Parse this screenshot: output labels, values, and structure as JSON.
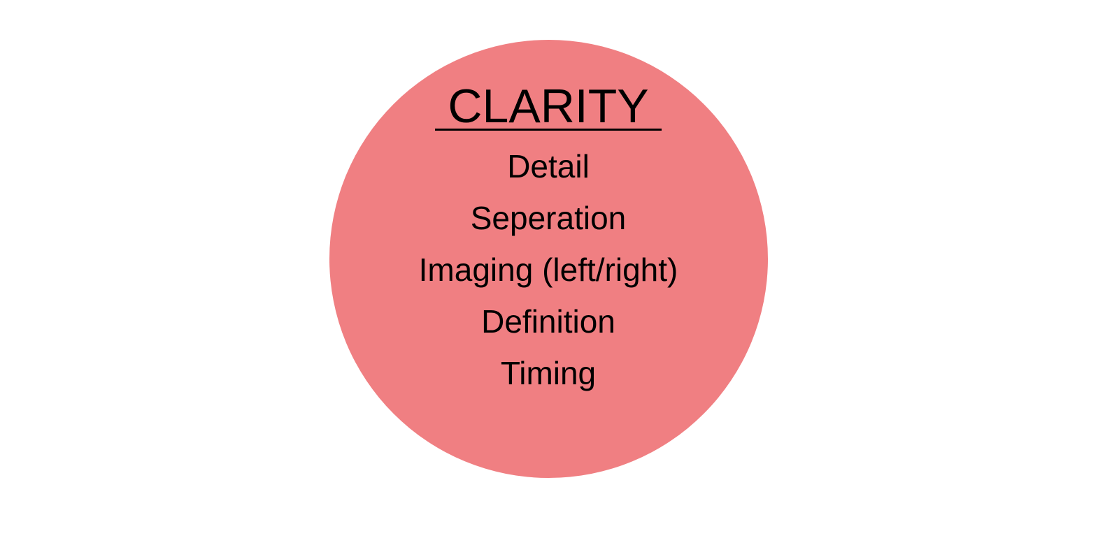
{
  "title": "CLARITY",
  "items": [
    "Detail",
    "Seperation",
    "Imaging (left/right)",
    "Definition",
    "Timing"
  ],
  "colors": {
    "circle": "#F07F82",
    "text": "#000000"
  }
}
